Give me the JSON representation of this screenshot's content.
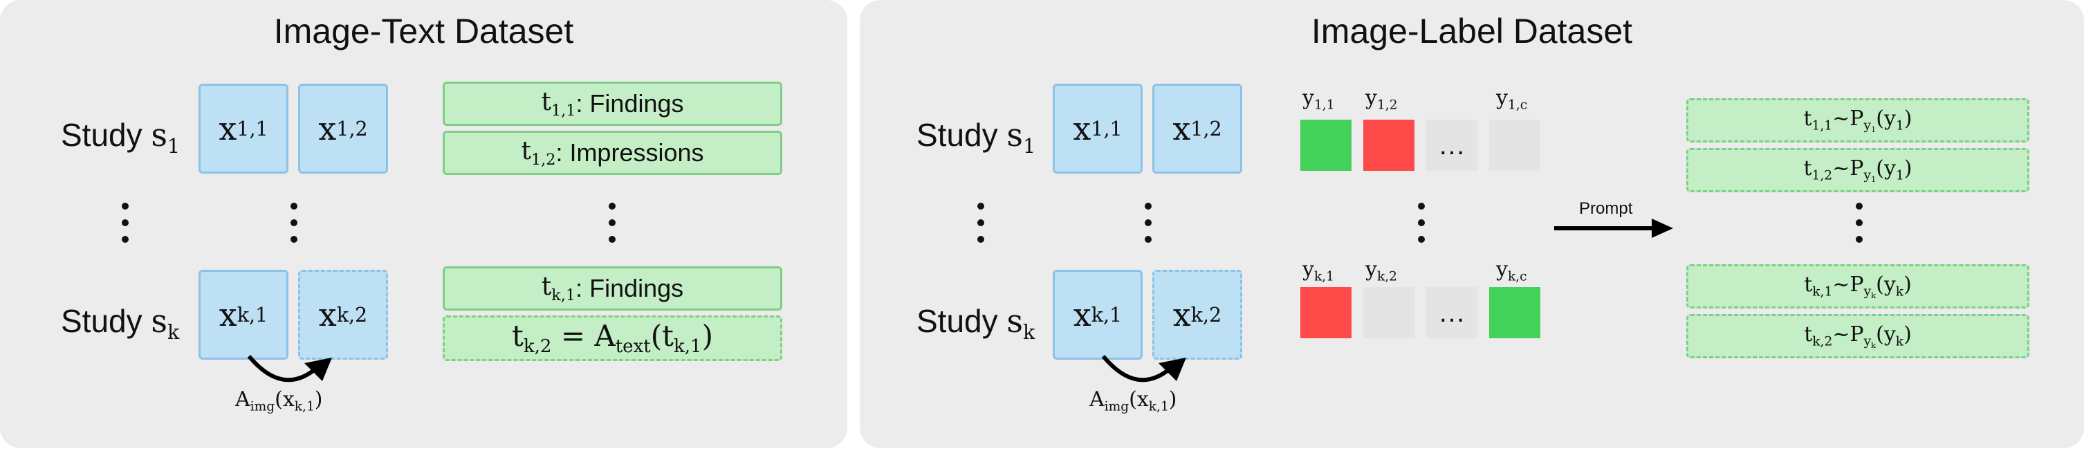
{
  "left_panel": {
    "title": "Image-Text Dataset",
    "study_word": "Study",
    "study_1_sub": "1",
    "study_k_sub": "k",
    "x_1_1": "x",
    "x_1_1_sub": "1,1",
    "x_1_2": "x",
    "x_1_2_sub": "1,2",
    "x_k_1": "x",
    "x_k_1_sub": "k,1",
    "x_k_2": "x",
    "x_k_2_sub": "k,2",
    "t11_sub": "1,1",
    "t11_label": ": Findings",
    "t12_sub": "1,2",
    "t12_label": ": Impressions",
    "tk1_sub": "k,1",
    "tk1_label": ": Findings",
    "tk2_sub": "k,2",
    "tk2_eq": " = A",
    "tk2_text_sub": "text",
    "tk2_arg_sub": "k,1",
    "aug_caption_sub": "img",
    "aug_caption_arg_sub": "k,1"
  },
  "right_panel": {
    "title": "Image-Label Dataset",
    "study_word": "Study",
    "study_1_sub": "1",
    "study_k_sub": "k",
    "x_1_1_sub": "1,1",
    "x_1_2_sub": "1,2",
    "x_k_1_sub": "k,1",
    "x_k_2_sub": "k,2",
    "y_labels_row1": [
      "1,1",
      "1,2",
      "1,c"
    ],
    "y_labels_rowk": [
      "k,1",
      "k,2",
      "k,c"
    ],
    "ellipsis": "…",
    "prompt_label": "Prompt",
    "aug_caption_sub": "img",
    "aug_caption_arg_sub": "k,1",
    "outputs": [
      {
        "t_sub": "1,1",
        "p_sub": "y",
        "p_subsub": "1",
        "arg_sub": "1"
      },
      {
        "t_sub": "1,2",
        "p_sub": "y",
        "p_subsub": "1",
        "arg_sub": "1"
      },
      {
        "t_sub": "k,1",
        "p_sub": "y",
        "p_subsub": "k",
        "arg_sub": "k"
      },
      {
        "t_sub": "k,2",
        "p_sub": "y",
        "p_subsub": "k",
        "arg_sub": "k"
      }
    ]
  },
  "colors": {
    "panel_bg": "#ececec",
    "image_fill": "#bde0f5",
    "image_border": "#8cc2e6",
    "text_fill": "#c4efc6",
    "text_border": "#7fce86",
    "label_positive": "#45d25a",
    "label_negative": "#ff4a4a",
    "label_unknown": "#e4e4e4"
  }
}
